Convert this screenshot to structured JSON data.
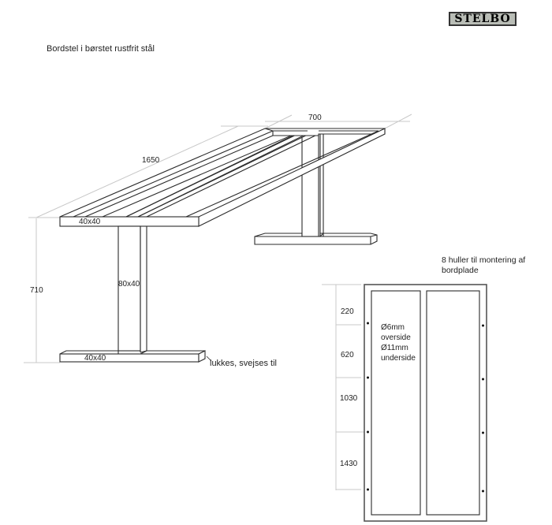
{
  "logo": {
    "text": "STELBO"
  },
  "title": "Bordstel i børstet rustfrit stål",
  "perspective_view": {
    "dimensions": {
      "length": "1650",
      "width": "700",
      "height": "710"
    },
    "profiles": {
      "top_frame": "40x40",
      "leg": "80x40",
      "foot": "40x40"
    },
    "foot_note": "lukkes, svejses til"
  },
  "top_view": {
    "heading": "8 huller til montering af bordplade",
    "hole_note": [
      "Ø6mm",
      "overside",
      "Ø11mm",
      "underside"
    ],
    "hole_positions": [
      "220",
      "620",
      "1030",
      "1430"
    ],
    "hole_count": 8
  },
  "colors": {
    "line": "#2b2b2b",
    "dimension_line": "#c8c8c8",
    "logo_bg": "#b9bdb6"
  }
}
